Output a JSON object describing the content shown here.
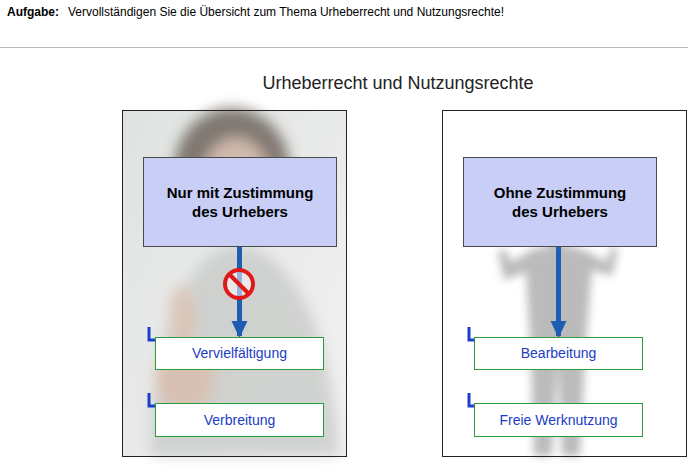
{
  "diagram": {
    "title": "Urheberrecht und Nutzungsrechte",
    "nodes": [
      {
        "text": [
          "Nur mit Zustimmung des Urhebers"
        ]
      },
      {
        "text": [
          "Vervielfältigung"
        ]
      },
      {
        "text": [
          "Verbreitung"
        ]
      },
      {
        "text": [
          "Ohne Zustimmung des Urhebers"
        ]
      },
      {
        "text": [
          "Bearbeitung"
        ]
      },
      {
        "text": [
          "Freie Werknutzung"
        ]
      }
    ],
    "edges": [
      {
        "from": 0,
        "to": 1,
        "arrow": "to"
      },
      {
        "from": 3,
        "to": 4,
        "arrow": "to"
      }
    ],
    "labels": [
      "Aufgabe:",
      "Vervollständigen Sie die Übersicht zum Thema Urheberrecht und Nutzungsrechte!"
    ]
  }
}
